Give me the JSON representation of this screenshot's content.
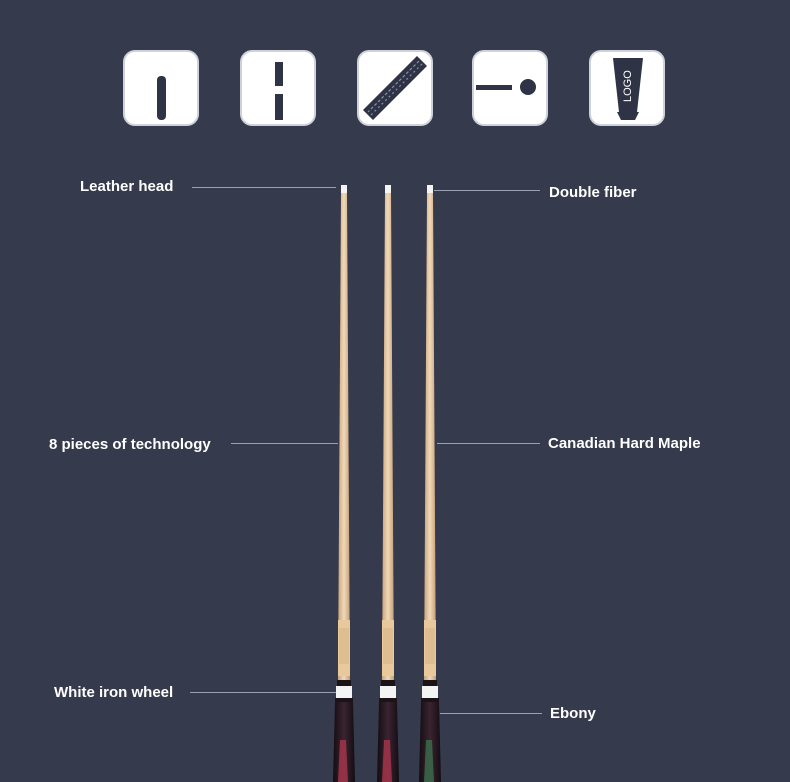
{
  "icons": [
    {
      "name": "tip-icon"
    },
    {
      "name": "joint-icon"
    },
    {
      "name": "fiber-texture-icon"
    },
    {
      "name": "ball-and-cue-icon"
    },
    {
      "name": "logo-butt-icon",
      "text": "LOGO"
    }
  ],
  "callouts": {
    "leather_head": "Leather head",
    "double_fiber": "Double fiber",
    "technology": "8 pieces of technology",
    "maple": "Canadian Hard Maple",
    "white_iron_wheel": "White iron wheel",
    "ebony": "Ebony"
  },
  "colors": {
    "background": "#353a4c",
    "maple_shaft": "#e6c9a4",
    "ferrule": "#f2f2f2",
    "ebony_butt": "#2a1a22",
    "inlay_red": "#a3344a"
  }
}
